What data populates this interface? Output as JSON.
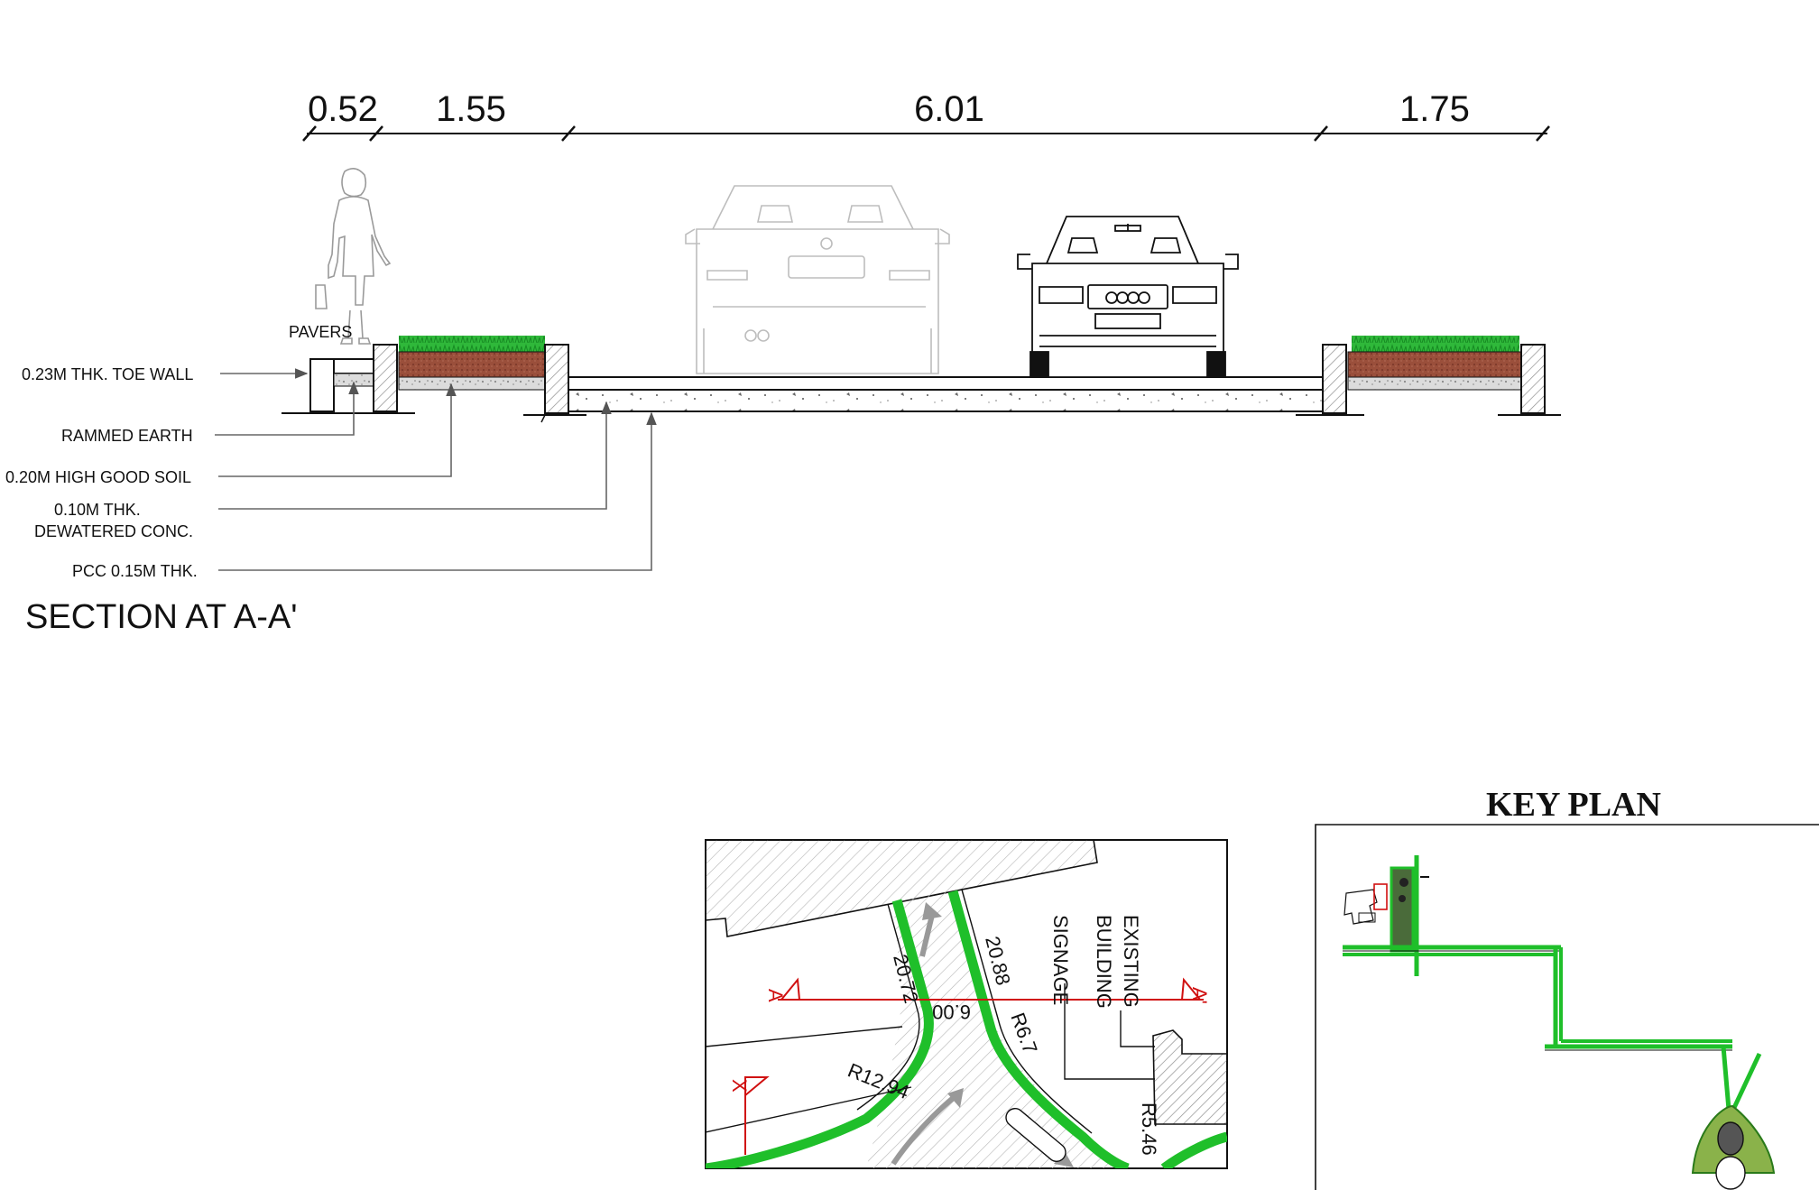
{
  "section": {
    "title": "SECTION AT A-A'",
    "dimensions": [
      "0.52",
      "1.55",
      "6.01",
      "1.75"
    ],
    "pavers_label": "PAVERS",
    "callouts": [
      "0.23M THK. TOE WALL",
      "RAMMED EARTH",
      "0.20M HIGH GOOD SOIL",
      "0.10M THK.",
      "DEWATERED CONC.",
      "PCC 0.15M THK."
    ]
  },
  "plan": {
    "dims": [
      "20.72",
      "20.88",
      "6.00",
      "R6.7",
      "R12.94",
      "R5.46"
    ],
    "signage_lines": [
      "EXISTING",
      "BUILDING",
      "SIGNAGE"
    ],
    "section_marks": [
      "A",
      "A'",
      "X"
    ]
  },
  "key_plan": {
    "title": "KEY PLAN"
  },
  "colors": {
    "line": "#111111",
    "green": "#1fbf2a",
    "soil": "#9a4f3b",
    "red": "#d01010",
    "hatch": "#9a9a9a"
  }
}
